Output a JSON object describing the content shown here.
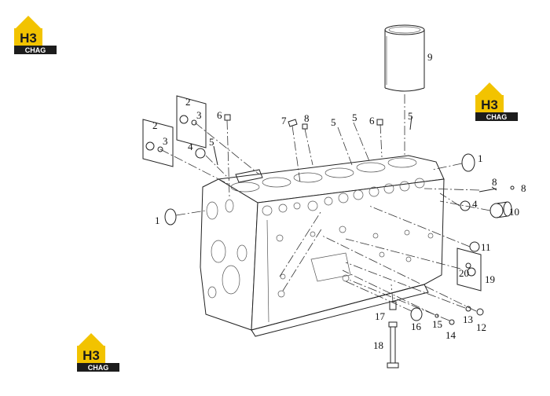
{
  "brand": {
    "mark": "H3",
    "name": "CHAG",
    "colors": {
      "roof": "#f2c300",
      "text_bg": "#1c1c1c",
      "text": "#ffffff"
    }
  },
  "callouts": [
    "1",
    "1",
    "2",
    "2",
    "3",
    "3",
    "4",
    "4",
    "5",
    "5",
    "5",
    "5",
    "6",
    "6",
    "7",
    "8",
    "8",
    "8",
    "9",
    "10",
    "11",
    "12",
    "13",
    "14",
    "15",
    "16",
    "17",
    "18",
    "19",
    "20"
  ]
}
